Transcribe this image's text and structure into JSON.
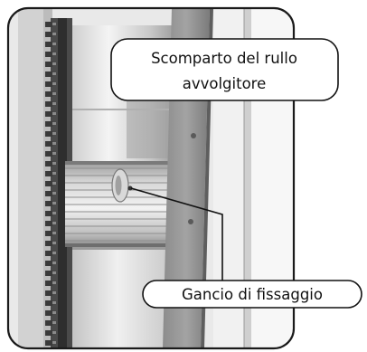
{
  "figure": {
    "subject": "printer take-up roll compartment",
    "colors": {
      "frame_stroke": "#1a1a1a",
      "callout_fill": "#ffffff",
      "metal_light": "#e8e8e8",
      "metal_mid": "#b8b8b8",
      "metal_dark": "#6a6a6a",
      "gear_dark": "#3a3a3a"
    }
  },
  "callouts": {
    "roll_compartment": {
      "line1": "Scomparto del rullo",
      "line2": "avvolgitore"
    },
    "mounting_hook": {
      "label": "Gancio di fissaggio"
    }
  }
}
